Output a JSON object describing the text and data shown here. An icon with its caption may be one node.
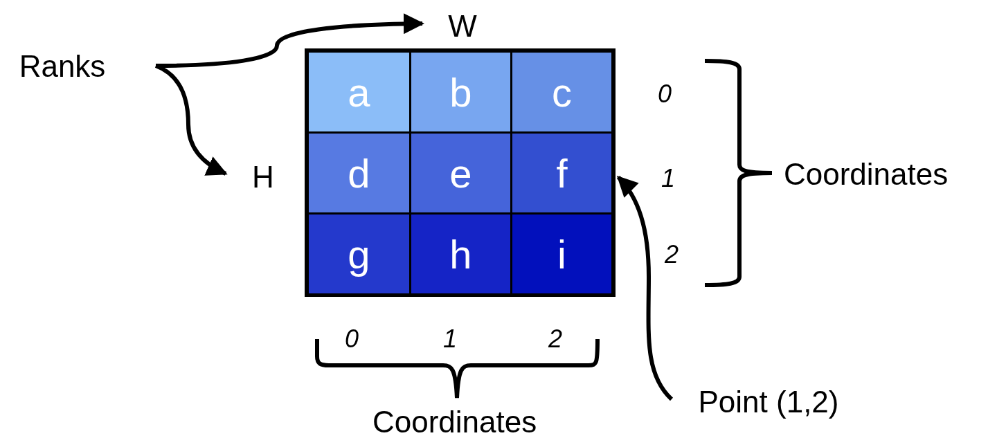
{
  "diagram": {
    "nodes": [
      {
        "text": [
          "Ranks"
        ]
      },
      {
        "text": [
          "W"
        ]
      },
      {
        "text": [
          "H"
        ]
      },
      {
        "text": [],
        "shape": "box"
      },
      {
        "text": [
          "a"
        ],
        "in": 3
      },
      {
        "text": [
          "b"
        ],
        "in": 3
      },
      {
        "text": [
          "c"
        ],
        "in": 3
      },
      {
        "text": [
          "d"
        ],
        "in": 3
      },
      {
        "text": [
          "e"
        ],
        "in": 3
      },
      {
        "text": [
          "f"
        ],
        "in": 3
      },
      {
        "text": [
          "g"
        ],
        "in": 3
      },
      {
        "text": [
          "h"
        ],
        "in": 3
      },
      {
        "text": [
          "i"
        ],
        "in": 3
      },
      {
        "text": [
          "Point (1,2)"
        ]
      }
    ],
    "edges": [
      {
        "from": 0,
        "to": 1,
        "arrow": "to"
      },
      {
        "from": 0,
        "to": 2,
        "arrow": "to"
      },
      {
        "from": 13,
        "to": 9,
        "arrow": "to"
      }
    ],
    "labels": [
      "0",
      "1",
      "Coordinates",
      "2",
      "0",
      "1",
      "2",
      "Coordinates"
    ]
  }
}
